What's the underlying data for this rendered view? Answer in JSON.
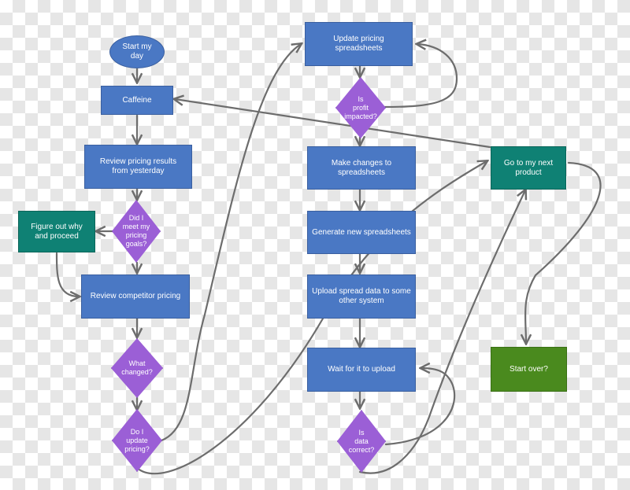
{
  "colors": {
    "process": "#4a78c4",
    "decision": "#9b5fd6",
    "alt_process": "#0f8174",
    "restart": "#4a8a1e",
    "connector": "#6d6d6d"
  },
  "nodes": {
    "start": "Start my\nday",
    "caffeine": "Caffeine",
    "review_results": "Review pricing results\nfrom yesterday",
    "met_goals": "Did I\nmeet my\npricing\ngoals?",
    "figure_out": "Figure out why\nand proceed",
    "review_competitor": "Review competitor pricing",
    "what_changed": "What\nchanged?",
    "update_pricing": "Do I\nupdate\npricing?",
    "update_spreadsheets": "Update pricing\nspreadsheets",
    "profit_impacted": "Is\nprofit\nimpacted?",
    "make_changes": "Make changes to\nspreadsheets",
    "generate": "Generate new spreadsheets",
    "upload": "Upload spread data to some\nother system",
    "wait_upload": "Wait for it to upload",
    "data_correct": "Is\ndata\ncorrect?",
    "next_product": "Go to my next\nproduct",
    "start_over": "Start over?"
  }
}
